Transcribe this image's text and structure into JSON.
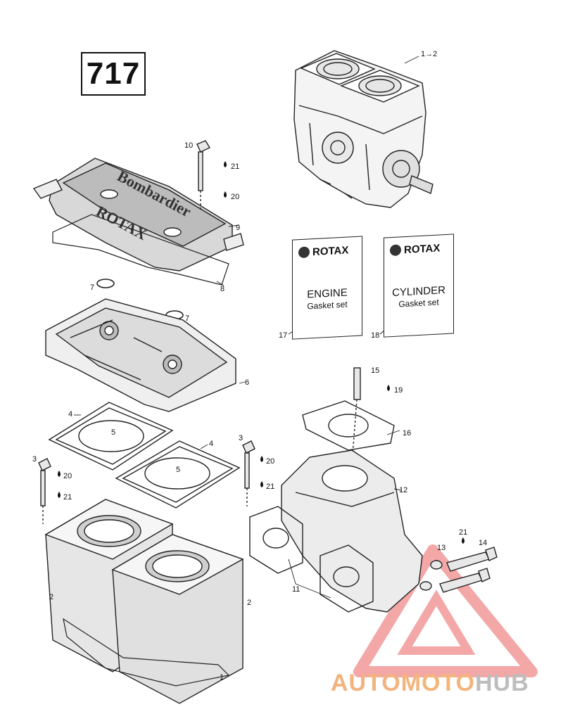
{
  "diagram": {
    "engine_code": "717",
    "kits": [
      {
        "brand": "ROTAX",
        "line1": "ENGINE",
        "line2": "Gasket set",
        "ref": "17"
      },
      {
        "brand": "ROTAX",
        "line1": "CYLINDER",
        "line2": "Gasket set",
        "ref": "18"
      }
    ],
    "labels": {
      "engine_assy": "1→2",
      "bolt_10": "10",
      "oil_21_top": "21",
      "oil_20_top": "20",
      "cover_9": "9",
      "oring_7a": "7",
      "gasket_8": "8",
      "oring_7b": "7",
      "head_6": "6",
      "gasket_4a": "4",
      "ring_5a": "5",
      "gasket_4b": "4",
      "ring_5b": "5",
      "stud_3a": "3",
      "oil_20a": "20",
      "oil_21a": "21",
      "stud_3b": "3",
      "oil_20b": "20",
      "oil_21b": "21",
      "cyl_2a": "2",
      "cyl_2b": "2",
      "base_1": "1",
      "stud_15": "15",
      "oil_19": "19",
      "gasket_16": "16",
      "manifold_12": "12",
      "gaskets_11": "11",
      "washer_13": "13",
      "oil_21c": "21",
      "screw_14": "14"
    },
    "head_cover_text": [
      "Bombardier",
      "ROTAX"
    ]
  },
  "watermark": {
    "parts": [
      "AUTO",
      "MOTO",
      "HUB"
    ],
    "colors": {
      "auto": "#f2b37e",
      "moto": "#f4b57a",
      "hub": "#bdbdbd",
      "triangle": "#f08a8a"
    }
  }
}
